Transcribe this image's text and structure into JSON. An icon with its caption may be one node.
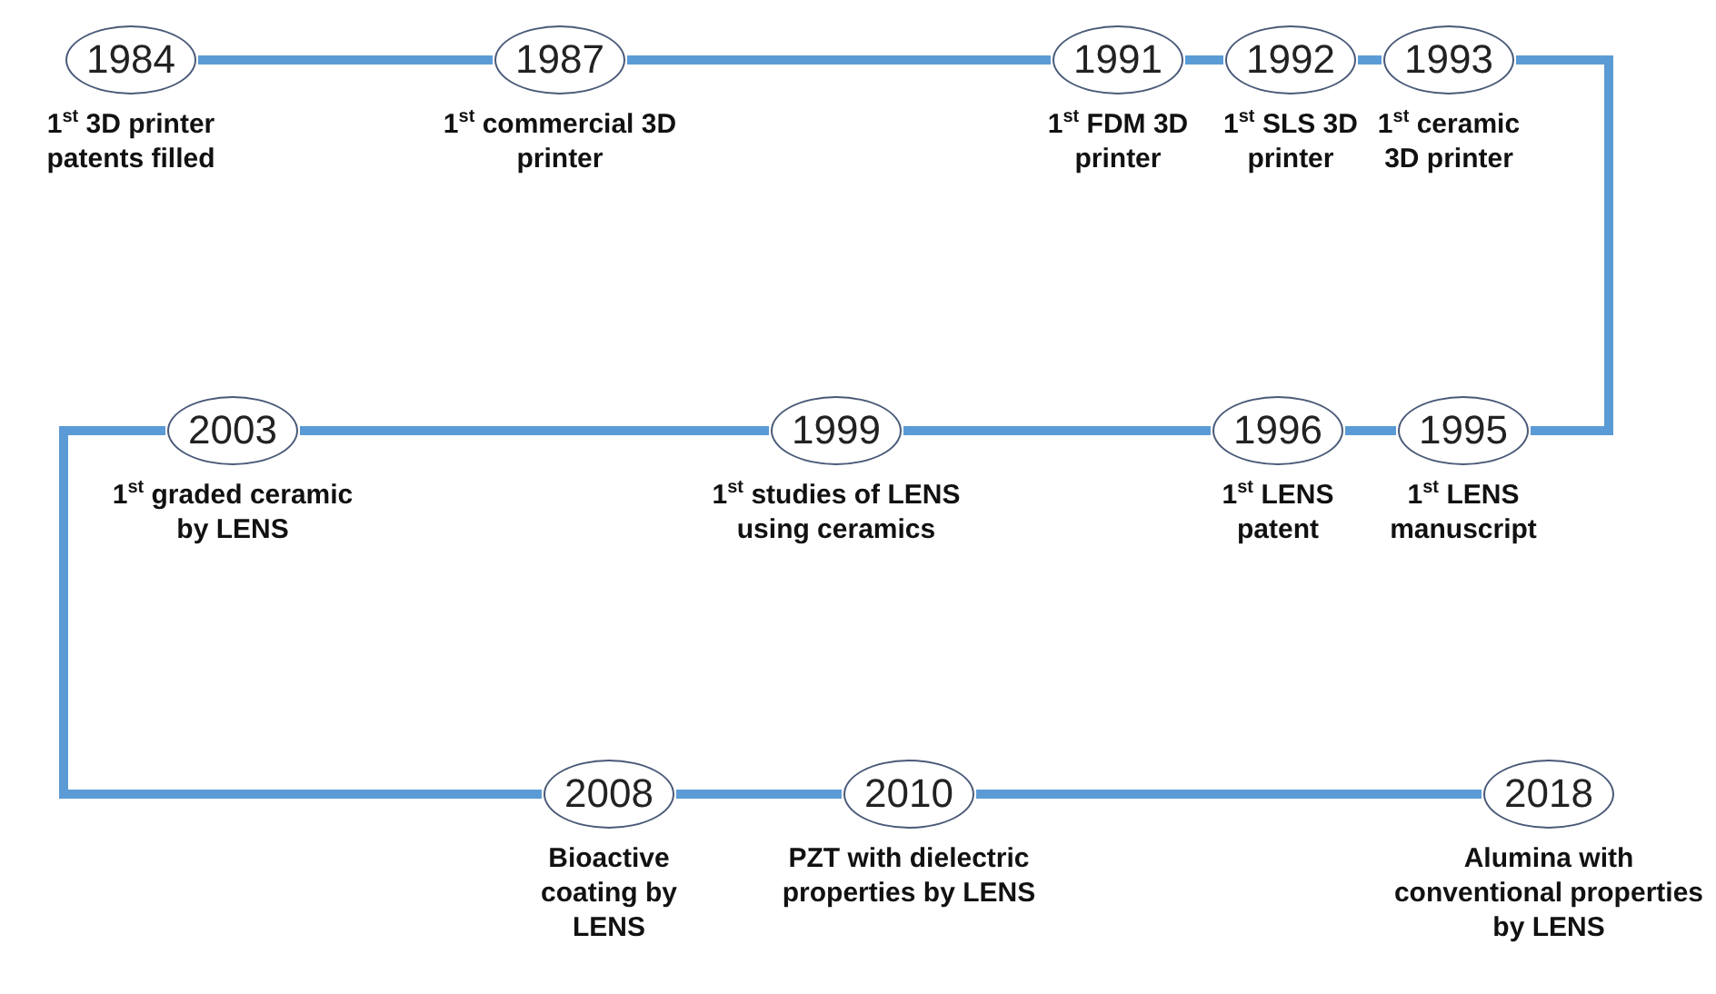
{
  "diagram": {
    "nodes": [
      {
        "text": [
          "1984"
        ],
        "beside": [
          "1$^{st}$ 3D printer patents filled"
        ]
      },
      {
        "text": [
          "1987"
        ],
        "beside": [
          "1$^{st}$ commercial 3D printer"
        ]
      },
      {
        "text": [
          "1991"
        ],
        "beside": [
          "1$^{st}$ FDM 3D printer"
        ]
      },
      {
        "text": [
          "1992"
        ],
        "beside": [
          "1$^{st}$ SLS 3D printer"
        ]
      },
      {
        "text": [
          "1993"
        ],
        "beside": [
          "1$^{st}$ ceramic 3D printer"
        ]
      },
      {
        "text": [
          "1995"
        ],
        "beside": [
          "1$^{st}$ LENS manuscript"
        ]
      },
      {
        "text": [
          "1996"
        ],
        "beside": [
          "1$^{st}$ LENS patent"
        ]
      },
      {
        "text": [
          "1999"
        ],
        "beside": [
          "1$^{st}$ studies of LENS using ceramics"
        ]
      },
      {
        "text": [
          "2003"
        ],
        "beside": [
          "1$^{st}$ graded ceramic by LENS"
        ]
      },
      {
        "text": [
          "2008"
        ],
        "beside": [
          "Bioactive coating by LENS"
        ]
      },
      {
        "text": [
          "2010"
        ],
        "beside": [
          "PZT with dielectric properties by LENS"
        ]
      },
      {
        "text": [
          "2018"
        ],
        "beside": [
          "Alumina with conventional properties by LENS"
        ]
      }
    ],
    "edges": [
      {
        "from": 0,
        "to": 1,
        "arrow": "none"
      },
      {
        "from": 1,
        "to": 2,
        "arrow": "none"
      },
      {
        "from": 2,
        "to": 3,
        "arrow": "none"
      },
      {
        "from": 3,
        "to": 4,
        "arrow": "none"
      },
      {
        "from": 4,
        "to": 5,
        "arrow": "none"
      },
      {
        "from": 5,
        "to": 6,
        "arrow": "none"
      },
      {
        "from": 6,
        "to": 7,
        "arrow": "none"
      },
      {
        "from": 7,
        "to": 8,
        "arrow": "none"
      },
      {
        "from": 8,
        "to": 9,
        "arrow": "none"
      },
      {
        "from": 9,
        "to": 10,
        "arrow": "none"
      },
      {
        "from": 10,
        "to": 11,
        "arrow": "none"
      }
    ]
  }
}
